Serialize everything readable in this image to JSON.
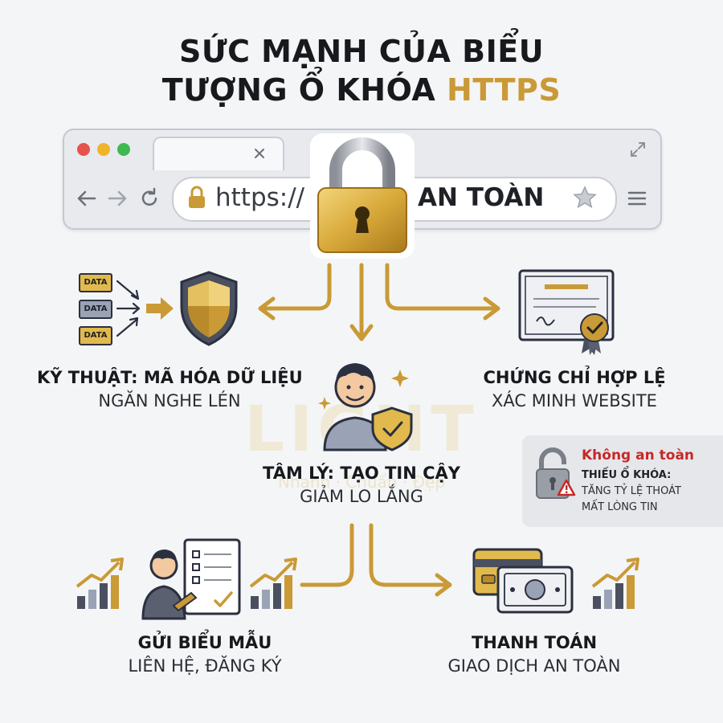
{
  "title": {
    "line1": "SỨC MẠNH CỦA BIỂU",
    "line2_prefix": "TƯỢNG Ổ KHÓA ",
    "line2_accent": "HTTPS"
  },
  "browser": {
    "url_text": "https://",
    "status_text": "AN TOÀN"
  },
  "encryption": {
    "data_labels": [
      "DATA",
      "DATA",
      "DATA"
    ],
    "title": "KỸ THUẬT: MÃ HÓA DỮ LIỆU",
    "subtitle": "NGĂN NGHE LÉN"
  },
  "certificate": {
    "title": "CHỨNG CHỈ HỢP LỆ",
    "subtitle": "XÁC MINH WEBSITE"
  },
  "psychology": {
    "title": "TÂM LÝ: TẠO TIN CẬY",
    "subtitle": "GIẢM LO LẮNG"
  },
  "warning": {
    "title": "Không an toàn",
    "label": "THIẾU Ổ KHÓA:",
    "line1": "TĂNG TỶ LỆ THOÁT",
    "line2": "MẤT LÒNG TIN"
  },
  "form": {
    "title": "GỬI BIỂU MẪU",
    "subtitle": "LIÊN HỆ, ĐĂNG KÝ"
  },
  "payment": {
    "title": "THANH TOÁN",
    "subtitle": "GIAO DỊCH AN TOÀN"
  },
  "watermark": {
    "main": "LIGHT",
    "sub": "Nhanh · Chuẩn · Đẹp"
  },
  "colors": {
    "gold": "#c99a35",
    "dark": "#17191d",
    "danger": "#c62828"
  }
}
